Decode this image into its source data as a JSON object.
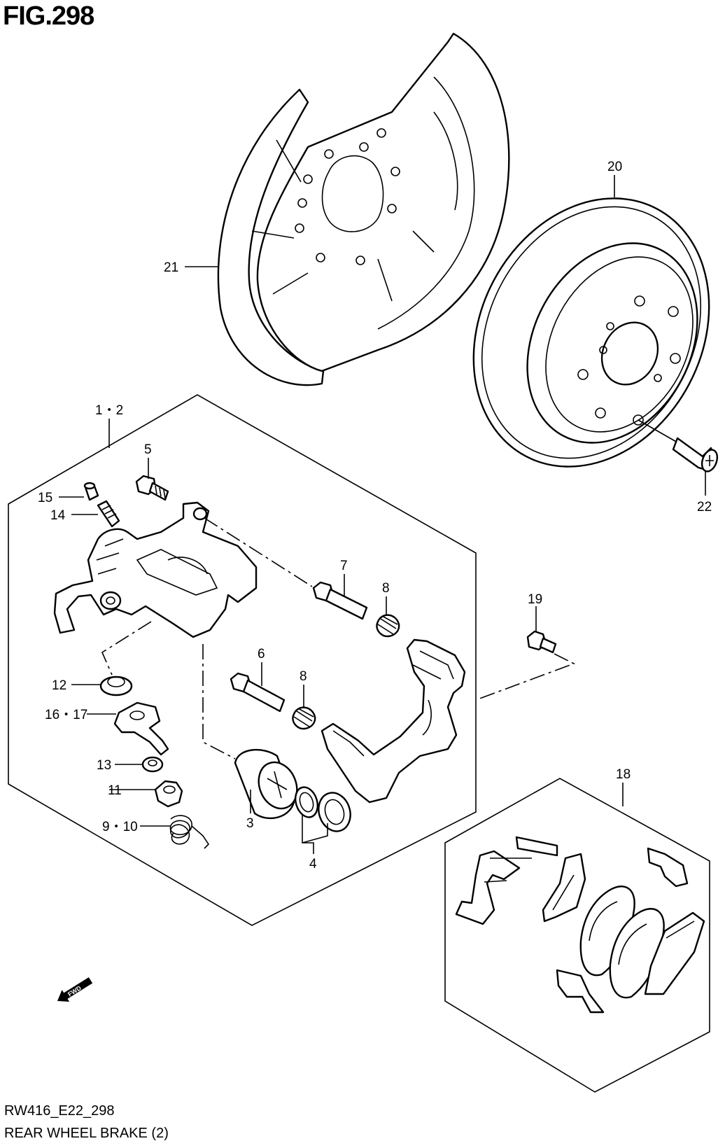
{
  "figure": {
    "title": "FIG.298",
    "code": "RW416_E22_298",
    "caption": "REAR WHEEL BRAKE (2)",
    "fwd_label": "FWD"
  },
  "callouts": [
    {
      "id": "c21",
      "label": "21"
    },
    {
      "id": "c20",
      "label": "20"
    },
    {
      "id": "c22",
      "label": "22"
    },
    {
      "id": "c1-2",
      "label": "1・2"
    },
    {
      "id": "c5",
      "label": "5"
    },
    {
      "id": "c15",
      "label": "15"
    },
    {
      "id": "c14",
      "label": "14"
    },
    {
      "id": "c7",
      "label": "7"
    },
    {
      "id": "c8a",
      "label": "8"
    },
    {
      "id": "c19",
      "label": "19"
    },
    {
      "id": "c6",
      "label": "6"
    },
    {
      "id": "c8b",
      "label": "8"
    },
    {
      "id": "c12",
      "label": "12"
    },
    {
      "id": "c16-17",
      "label": "16・17"
    },
    {
      "id": "c13",
      "label": "13"
    },
    {
      "id": "c11",
      "label": "11"
    },
    {
      "id": "c9-10",
      "label": "9・10"
    },
    {
      "id": "c3",
      "label": "3"
    },
    {
      "id": "c4",
      "label": "4"
    },
    {
      "id": "c18",
      "label": "18"
    }
  ]
}
